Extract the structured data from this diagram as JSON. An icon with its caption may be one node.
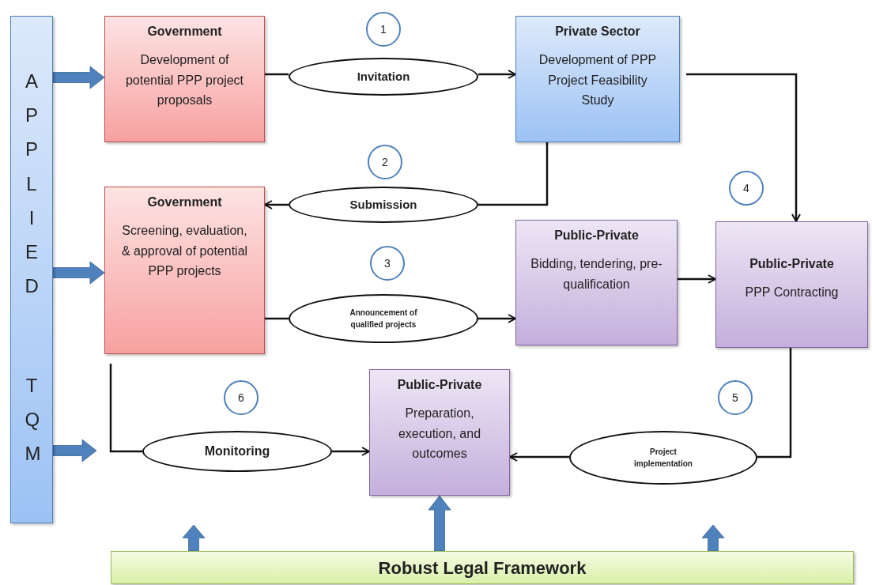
{
  "diagram": {
    "nodes": [
      {
        "text": [
          "APPLIED",
          "TQM"
        ]
      },
      {
        "text": [
          "Government",
          "Development of potential PPP project proposals"
        ]
      },
      {
        "text": [
          "Private Sector",
          "Development of PPP Project Feasibility Study"
        ]
      },
      {
        "text": [
          "Government",
          "Screening, evaluation, & approval of potential PPP projects"
        ]
      },
      {
        "text": [
          "Public-Private",
          "Bidding, tendering, pre-qualification"
        ]
      },
      {
        "text": [
          "Public-Private",
          "PPP Contracting"
        ]
      },
      {
        "text": [
          "Public-Private",
          "Preparation, execution, and outcomes"
        ]
      },
      {
        "text": [
          "Robust Legal Framework"
        ]
      },
      {
        "text": [
          "Invitation"
        ]
      },
      {
        "text": [
          "Submission"
        ]
      },
      {
        "text": [
          "Announcement of qualified projects"
        ]
      },
      {
        "text": [
          "Monitoring"
        ]
      },
      {
        "text": [
          "Project implementation"
        ]
      },
      {
        "text": [
          "1"
        ]
      },
      {
        "text": [
          "2"
        ]
      },
      {
        "text": [
          "3"
        ]
      },
      {
        "text": [
          "4"
        ]
      },
      {
        "text": [
          "5"
        ]
      },
      {
        "text": [
          "6"
        ]
      }
    ],
    "edges": [
      {
        "from": 0,
        "to": 1,
        "arrow": "to",
        "style": "thick",
        "color": "#4f81bd"
      },
      {
        "from": 0,
        "to": 3,
        "arrow": "to",
        "style": "thick",
        "color": "#4f81bd"
      },
      {
        "from": 0,
        "to": null,
        "arrow": "to",
        "style": "thick",
        "color": "#4f81bd"
      },
      {
        "from": 7,
        "to": null,
        "arrow": "to",
        "style": "thick",
        "color": "#4f81bd"
      },
      {
        "from": 7,
        "to": 6,
        "arrow": "to",
        "style": "thick",
        "color": "#4f81bd"
      },
      {
        "from": 7,
        "to": null,
        "arrow": "to",
        "style": "thick",
        "color": "#4f81bd"
      },
      {
        "from": 1,
        "to": 8,
        "arrow": "none"
      },
      {
        "from": 8,
        "to": 2,
        "arrow": "to"
      },
      {
        "from": 2,
        "to": 9,
        "arrow": "none"
      },
      {
        "from": 9,
        "to": 3,
        "arrow": "to"
      },
      {
        "from": 3,
        "to": 10,
        "arrow": "none"
      },
      {
        "from": 10,
        "to": 4,
        "arrow": "to"
      },
      {
        "from": 4,
        "to": 5,
        "arrow": "to"
      },
      {
        "from": 2,
        "to": 5,
        "arrow": "to"
      },
      {
        "from": 5,
        "to": 12,
        "arrow": "none"
      },
      {
        "from": 12,
        "to": 6,
        "arrow": "to"
      },
      {
        "from": 3,
        "to": 11,
        "arrow": "none"
      },
      {
        "from": 11,
        "to": 6,
        "arrow": "to"
      }
    ]
  }
}
